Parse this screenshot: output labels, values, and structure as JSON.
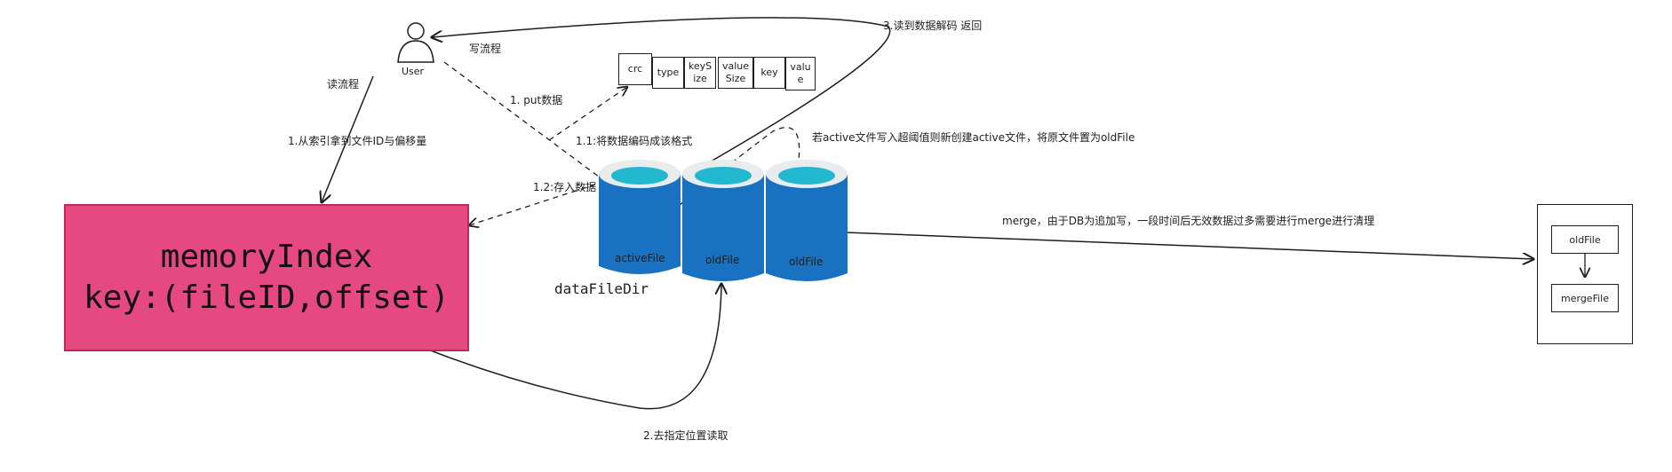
{
  "user": {
    "label": "User"
  },
  "flows": {
    "write_flow": "写流程",
    "read_flow": "读流程",
    "read_step1": "1.从索引拿到文件ID与偏移量",
    "put_step": "1. put数据",
    "encode_step": "1.1:将数据编码成该格式",
    "store_step": "1.2:存入数据",
    "read_step2": "2.去指定位置读取",
    "read_step3": "3.读到数据解码 返回",
    "rotate_note": "若active文件写入超阈值则新创建active文件，将原文件置为oldFile",
    "merge_note": "merge，由于DB为追加写，一段时间后无效数据过多需要进行merge进行清理"
  },
  "record_format": {
    "fields": [
      "crc",
      "type",
      "keySize",
      "valueSize",
      "key",
      "value"
    ],
    "display": [
      "crc",
      "type",
      "keyS\nize",
      "value\nSize",
      "key",
      "valu\ne"
    ]
  },
  "memory_index": {
    "line1": "memoryIndex",
    "line2": "key:(fileID,offset)"
  },
  "data_dir": {
    "label": "dataFileDir",
    "files": [
      "activeFile",
      "oldFile",
      "oldFile"
    ]
  },
  "merge_box": {
    "top": "oldFile",
    "bottom": "mergeFile"
  },
  "colors": {
    "memory_fill": "#e64980",
    "cylinder_body": "#1971c2",
    "cylinder_top": "#22b8cf",
    "stroke": "#1e1e1e"
  }
}
